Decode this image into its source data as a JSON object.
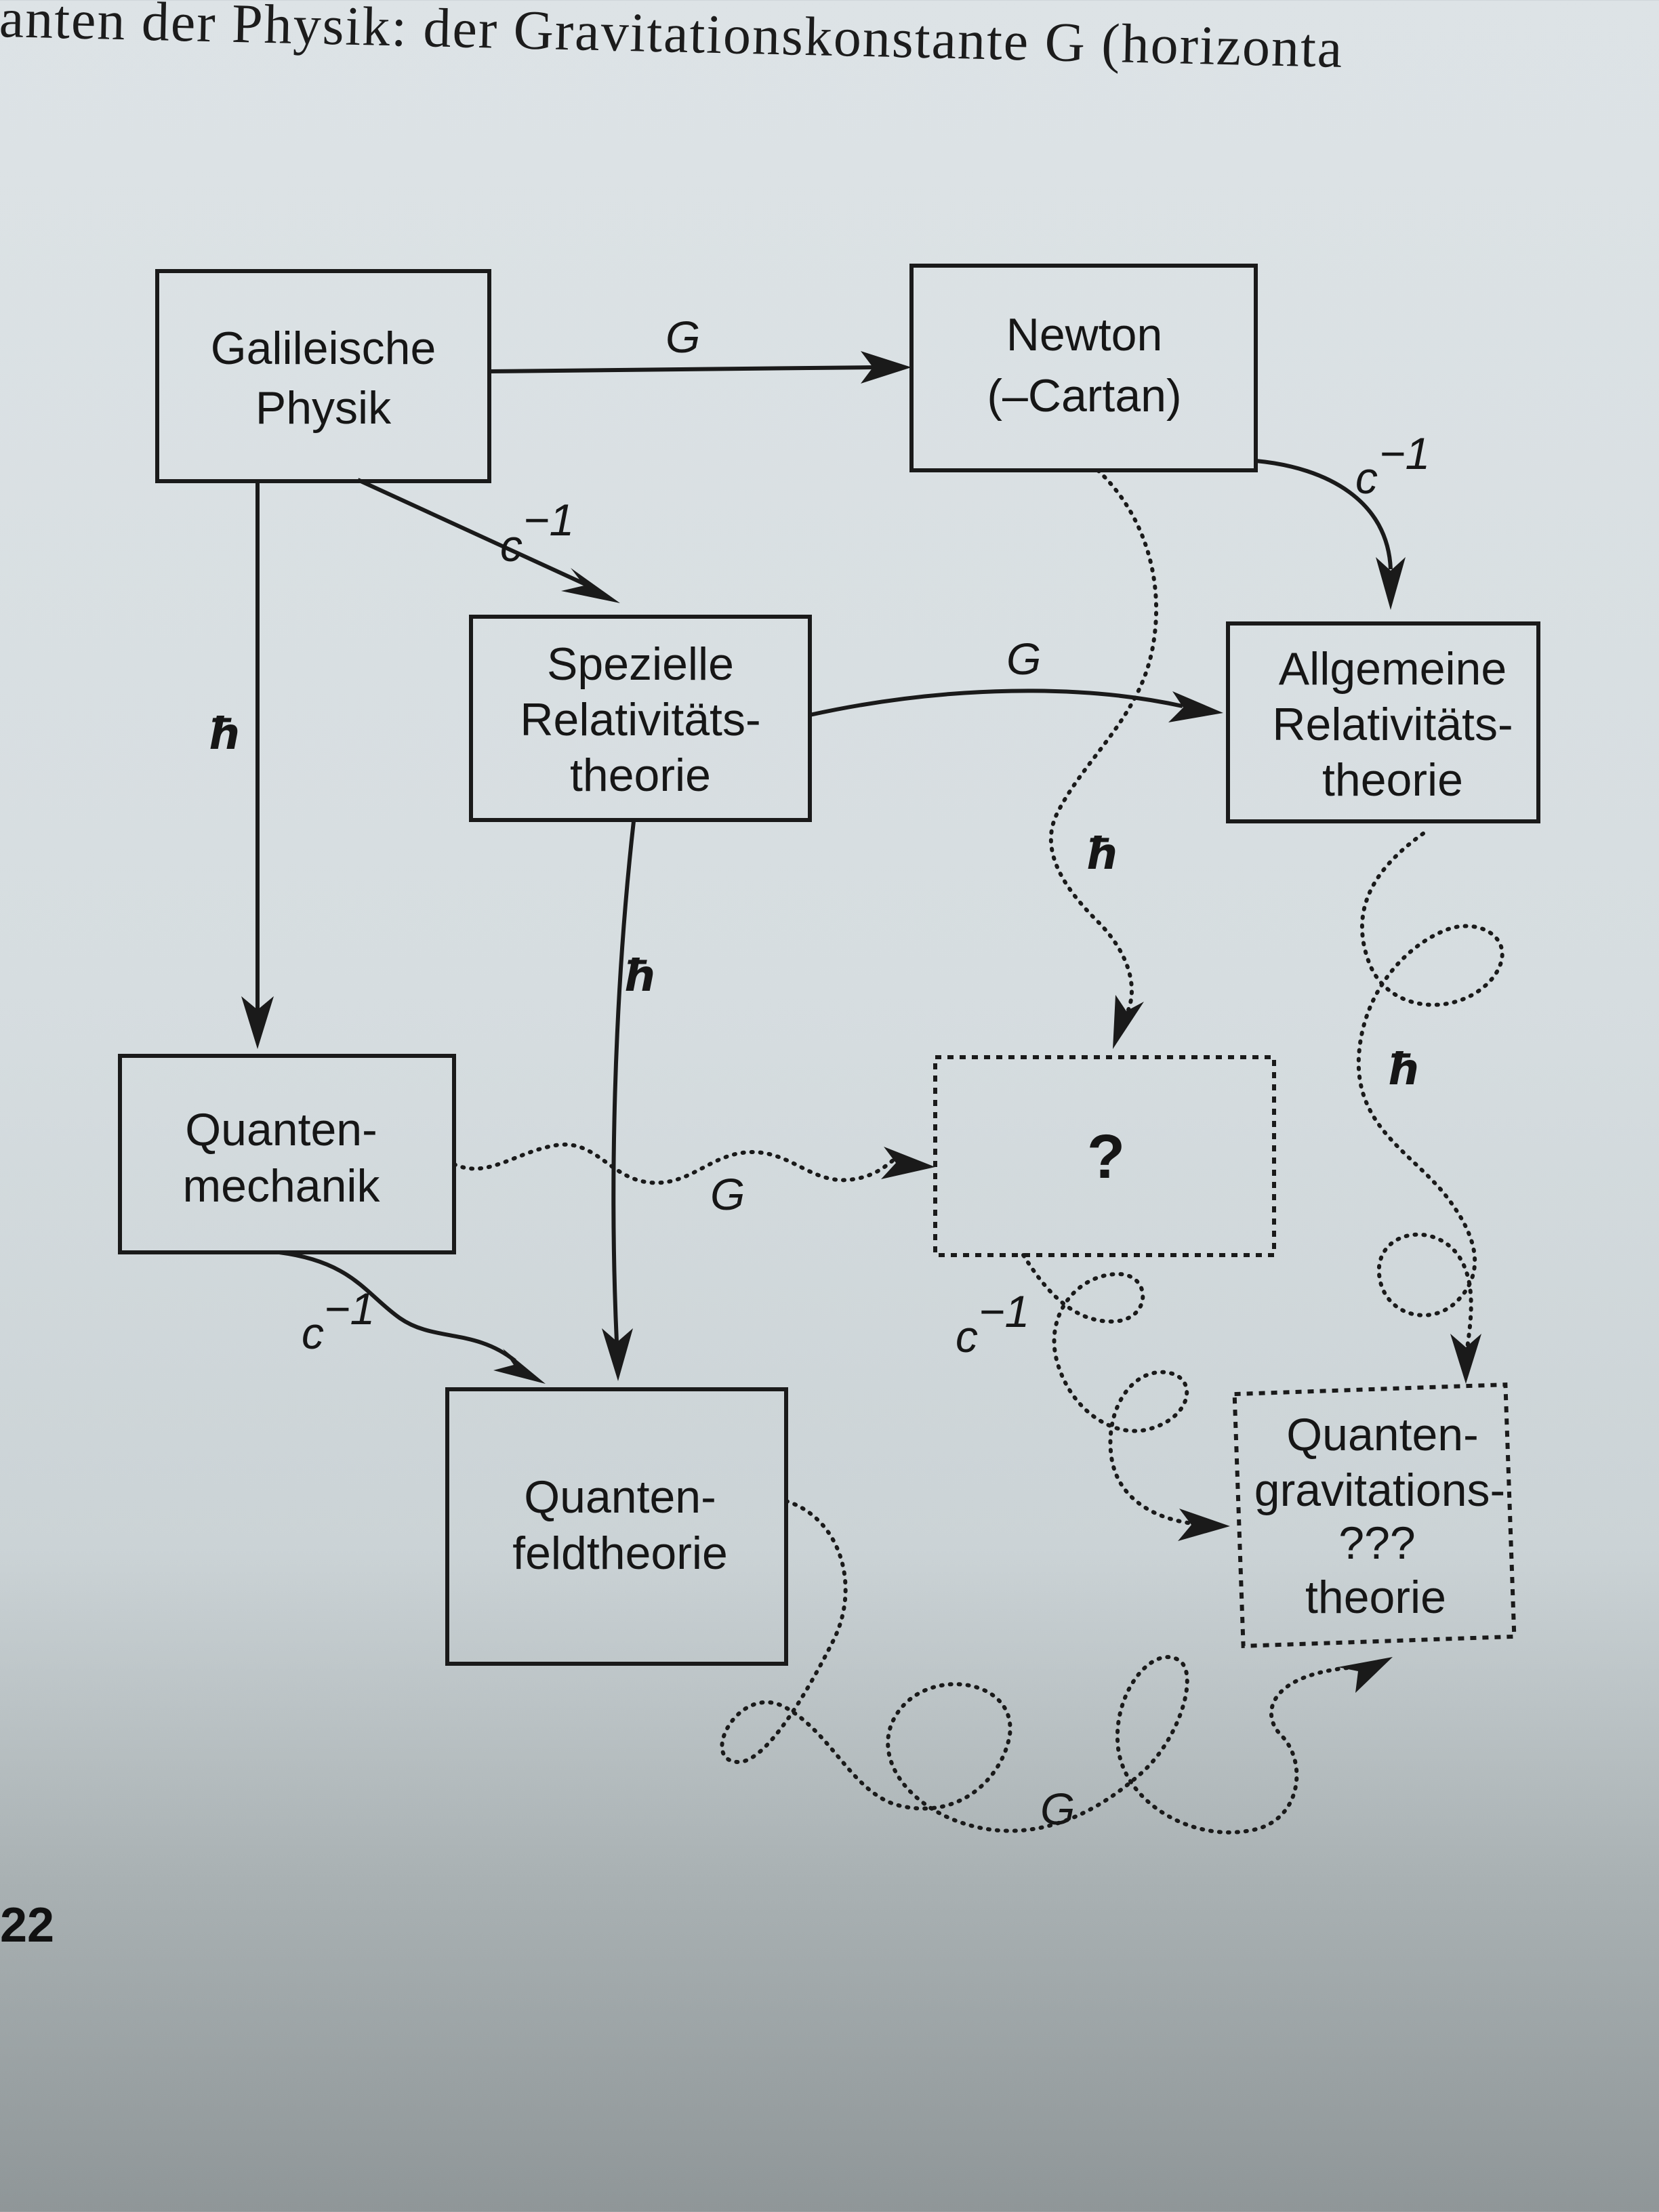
{
  "header": {
    "text": "anten der Physik: der Gravitationskonstante G (horizonta"
  },
  "page_number": "22",
  "nodes": {
    "galilei": {
      "lines": [
        "Galileische",
        "Physik"
      ]
    },
    "newton": {
      "lines": [
        "Newton",
        "(–Cartan)"
      ]
    },
    "srt": {
      "lines": [
        "Spezielle",
        "Relativitäts-",
        "theorie"
      ]
    },
    "art": {
      "lines": [
        "Allgemeine",
        "Relativitäts-",
        "theorie"
      ]
    },
    "qm": {
      "lines": [
        "Quanten-",
        "mechanik"
      ]
    },
    "unknown": {
      "lines": [
        "?"
      ]
    },
    "qft": {
      "lines": [
        "Quanten-",
        "feldtheorie"
      ]
    },
    "qg": {
      "lines": [
        "Quanten-",
        "gravitations-",
        "???",
        "theorie"
      ]
    }
  },
  "edge_labels": {
    "G": "G",
    "c_inv": "c",
    "c_inv_exp": "−1",
    "hbar": "ħ"
  }
}
